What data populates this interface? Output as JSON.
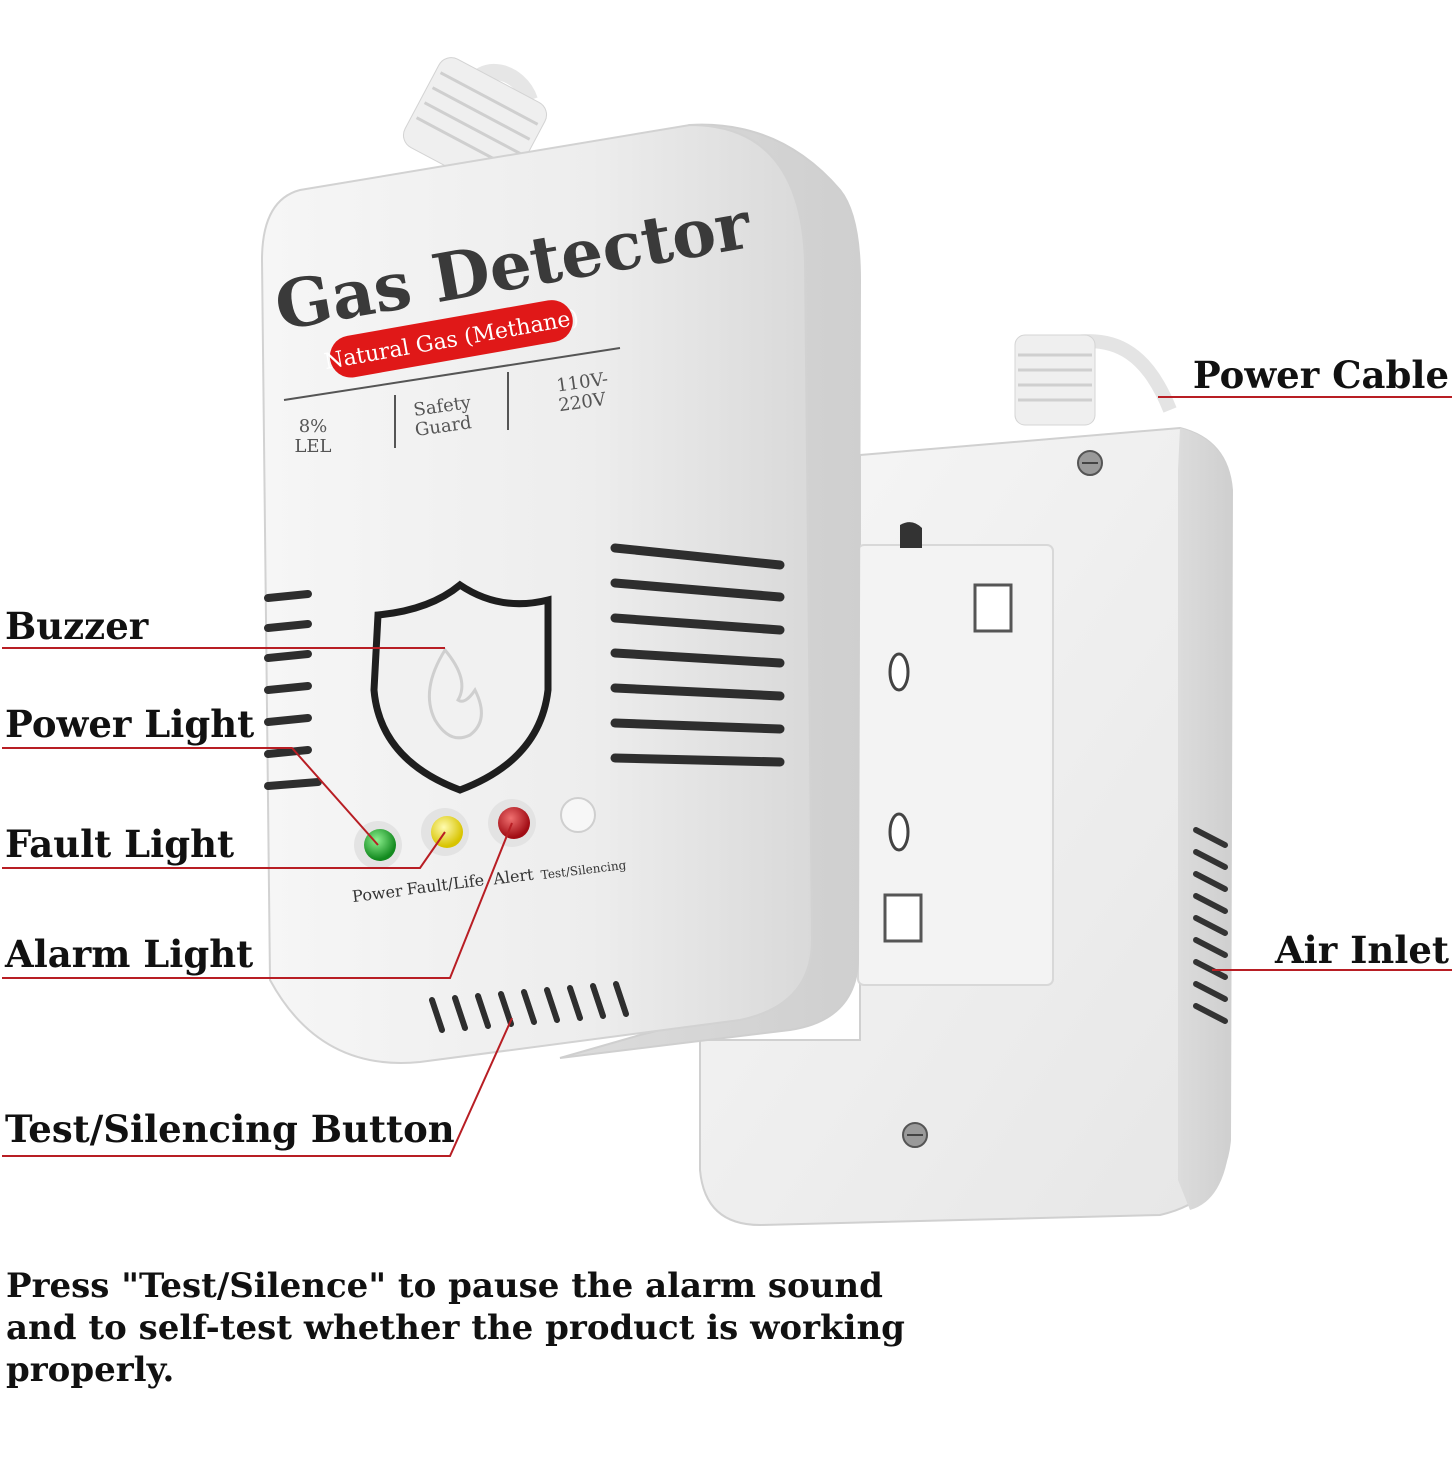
{
  "device": {
    "title": "Gas Detector",
    "subtitle": "Natural Gas (Methane)",
    "specs": [
      {
        "line1": "8%",
        "line2": "LEL"
      },
      {
        "line1": "Safety",
        "line2": "Guard"
      },
      {
        "line1": "110V-",
        "line2": "220V"
      }
    ],
    "indicators": [
      {
        "label": "Power",
        "color": "#1c9a2a"
      },
      {
        "label": "Fault/Life",
        "color": "#e6d400"
      },
      {
        "label": "Alert",
        "color": "#c4121b"
      },
      {
        "label": "Test/Silencing",
        "color": "#f4f4f4"
      }
    ]
  },
  "callouts": {
    "buzzer": "Buzzer",
    "power_light": "Power Light",
    "fault_light": "Fault Light",
    "alarm_light": "Alarm Light",
    "test_button": "Test/Silencing Button",
    "power_cable": "Power Cable",
    "air_inlet": "Air Inlet"
  },
  "caption": {
    "line1": "Press \"Test/Silence\" to pause the alarm sound",
    "line2": "and to self-test whether the product is working",
    "line3": "properly."
  },
  "colors": {
    "leader_line": "#b81e24",
    "badge_red": "#e01818",
    "housing": "#ececec"
  }
}
